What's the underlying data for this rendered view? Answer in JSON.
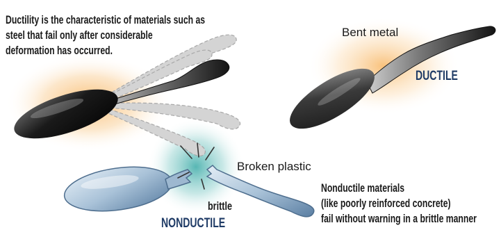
{
  "description": {
    "lines": [
      "Ductility is the characteristic of materials such as",
      "steel that fail only after considerable",
      "deformation has occurred."
    ]
  },
  "ductile_example": {
    "label": "Bent metal",
    "tag": "DUCTILE"
  },
  "nonductile_example": {
    "label": "Broken plastic",
    "break_label": "brittle",
    "tag": "NONDUCTILE",
    "caption_lines": [
      "Nonductile materials",
      "(like poorly reinforced concrete)",
      "fail without warning in a brittle manner"
    ]
  },
  "colors": {
    "metal_dark": "#151515",
    "ductile_glow": "#f7b25b",
    "brittle_glow": "#4fb3b0",
    "plastic_blue": "#8fb0cc",
    "ghost_gray": "#d2d2d2",
    "tag_navy": "#1f3b66"
  }
}
